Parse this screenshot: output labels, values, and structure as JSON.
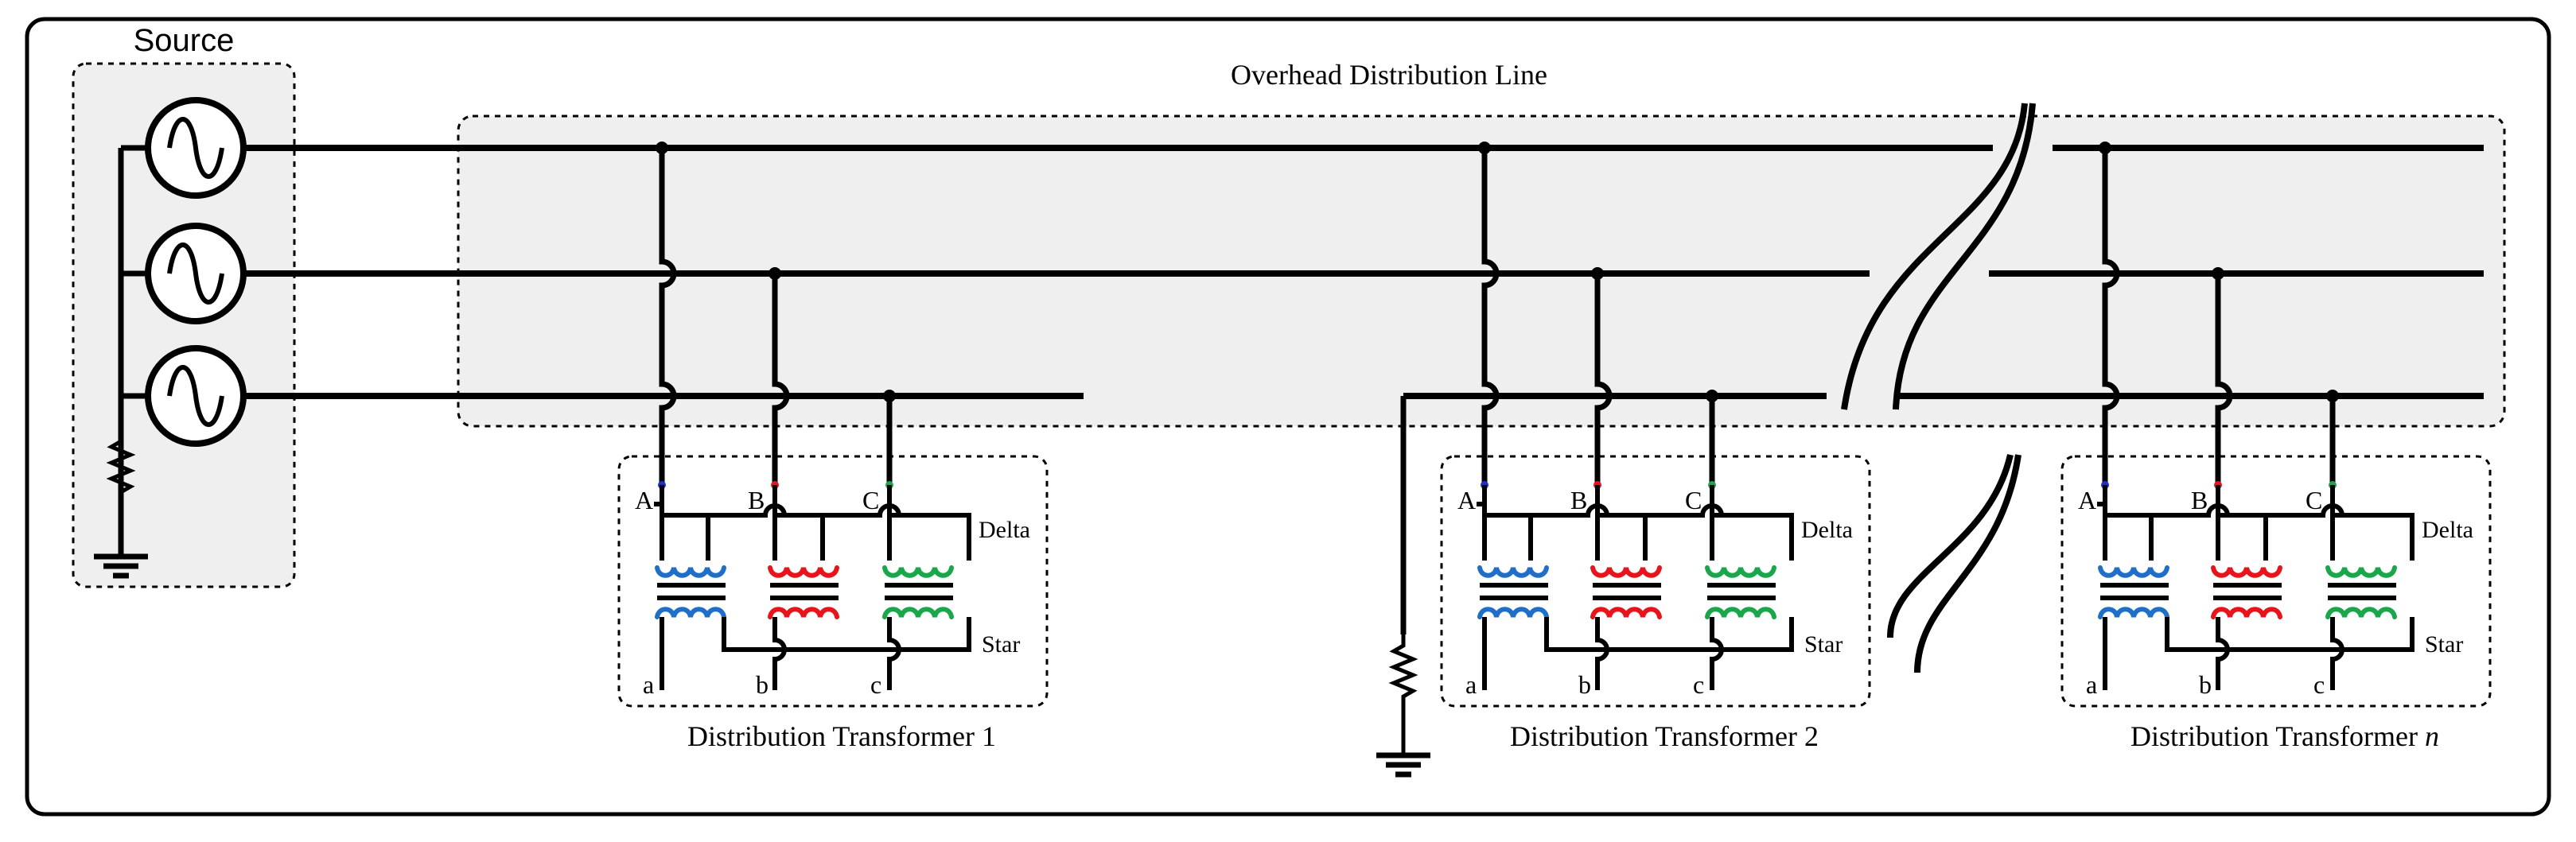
{
  "source": {
    "title": "Source"
  },
  "line": {
    "title": "Overhead Distribution Line"
  },
  "colors": {
    "wire": "#000000",
    "phase_a": "#1f6fc9",
    "phase_b": "#e8141c",
    "phase_c": "#1aa64a",
    "panel_fill": "#efefef",
    "dot_a": "#1a2fd6",
    "dot_b": "#e8141c",
    "dot_c": "#1aa64a"
  },
  "transformers": [
    {
      "title": "Distribution Transformer 1",
      "title_suffix": "",
      "primary_labels": [
        "A",
        "B",
        "C"
      ],
      "secondary_labels": [
        "a",
        "b",
        "c"
      ],
      "delta_label": "Delta",
      "star_label": "Star"
    },
    {
      "title": "Distribution Transformer 2",
      "title_suffix": "",
      "primary_labels": [
        "A",
        "B",
        "C"
      ],
      "secondary_labels": [
        "a",
        "b",
        "c"
      ],
      "delta_label": "Delta",
      "star_label": "Star"
    },
    {
      "title": "Distribution Transformer ",
      "title_suffix": "n",
      "primary_labels": [
        "A",
        "B",
        "C"
      ],
      "secondary_labels": [
        "a",
        "b",
        "c"
      ],
      "delta_label": "Delta",
      "star_label": "Star"
    }
  ]
}
